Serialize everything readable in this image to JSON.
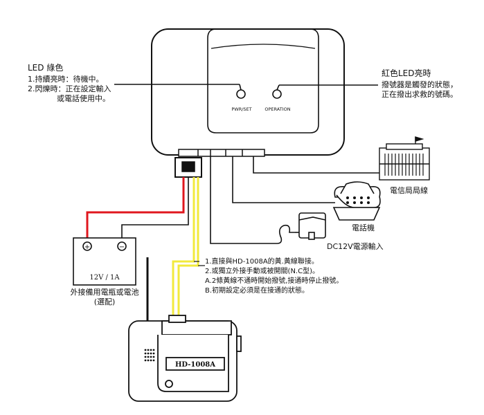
{
  "device": {
    "led_pwr_label": "PWR/SET",
    "led_op_label": "OPERATION"
  },
  "left_annotation": {
    "title": "LED 綠色",
    "line1": "1.持續亮時：待機中。",
    "line2": "2.閃爍時：正在設定輸入",
    "line3": "或電話使用中。"
  },
  "right_annotation": {
    "title": "紅色LED亮時",
    "line1": "撥號器是觸發的狀態，",
    "line2": "正在撥出求救的號碼。"
  },
  "phone_line": {
    "label": "電信局局線"
  },
  "telephone": {
    "label": "電話機"
  },
  "power": {
    "label": "DC12V電源輸入"
  },
  "battery": {
    "plus": "+",
    "minus": "−",
    "rating": "12V / 1A",
    "label1": "外接備用電瓶或電池",
    "label2": "(選配)"
  },
  "notes": {
    "line1": "1.直接與HD-1008A的黃.黃線聯接。",
    "line2": "2.或獨立外接手動或被開關(N.C型)。",
    "line3": "A.2條黃線不通時開始撥號,接通時停止撥號。",
    "line4": "B.初期設定必須是在接通的狀態。"
  },
  "radio": {
    "model": "HD-1008A"
  },
  "colors": {
    "wire_red": "#e0161d",
    "wire_yellow": "#f2ea3c",
    "line": "#111111"
  }
}
